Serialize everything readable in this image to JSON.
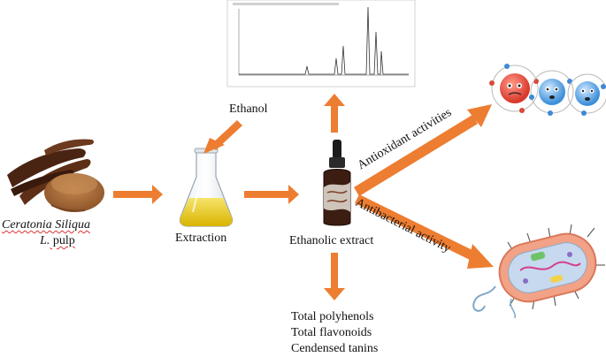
{
  "source": {
    "line1_italic": "Ceratonia Siliqua",
    "line2_italic": "L.",
    "line2_rest": " pulp"
  },
  "steps": {
    "solvent": "Ethanol",
    "extraction": "Extraction",
    "extract": "Ethanolic extract"
  },
  "activities": {
    "antioxidant": "Antioxidant activities",
    "antibacterial": "Antibacterial activity"
  },
  "assays": [
    "Total polyhenols",
    "Total flavonoids",
    "Cendensed tanins"
  ],
  "colors": {
    "arrow": "#ED7D31",
    "oil": "#E8C400",
    "bacteria_outer": "#F29A7A",
    "bacteria_inner": "#9DB7D8",
    "carob": "#5A2E1A",
    "powder": "#B0743E"
  }
}
